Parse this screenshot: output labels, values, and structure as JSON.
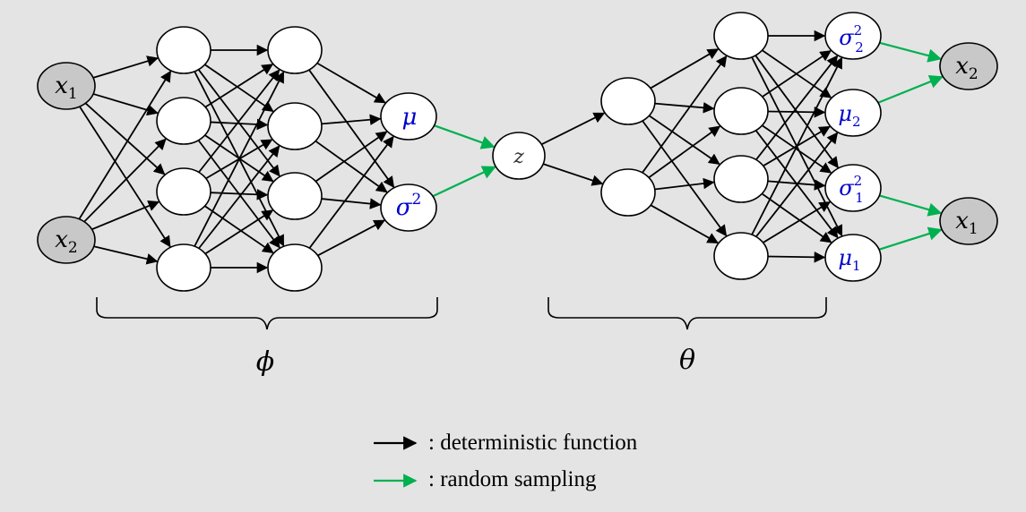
{
  "colors": {
    "background": "#e4e4e4",
    "deterministic_arrow": "#000000",
    "sampling_arrow": "#00b050",
    "param_text": "#0000cc",
    "observed_fill": "#c8c8c8",
    "hidden_fill": "#ffffff"
  },
  "labels": {
    "x1": "x",
    "x1_sub": "1",
    "x2": "x",
    "x2_sub": "2",
    "mu": "μ",
    "sigma": "σ",
    "sigma_sup": "2",
    "z": "z",
    "sigma2": "σ",
    "sigma2_sub": "2",
    "sigma2_sup": "2",
    "mu2": "μ",
    "mu2_sub": "2",
    "sigma1": "σ",
    "sigma1_sub": "1",
    "sigma1_sup": "2",
    "mu1": "μ",
    "mu1_sub": "1",
    "out_x2": "x",
    "out_x2_sub": "2",
    "out_x1": "x",
    "out_x1_sub": "1",
    "encoder_symbol": "ϕ",
    "decoder_symbol": "θ"
  },
  "legend": {
    "deterministic": ": deterministic function",
    "sampling": ": random sampling"
  }
}
